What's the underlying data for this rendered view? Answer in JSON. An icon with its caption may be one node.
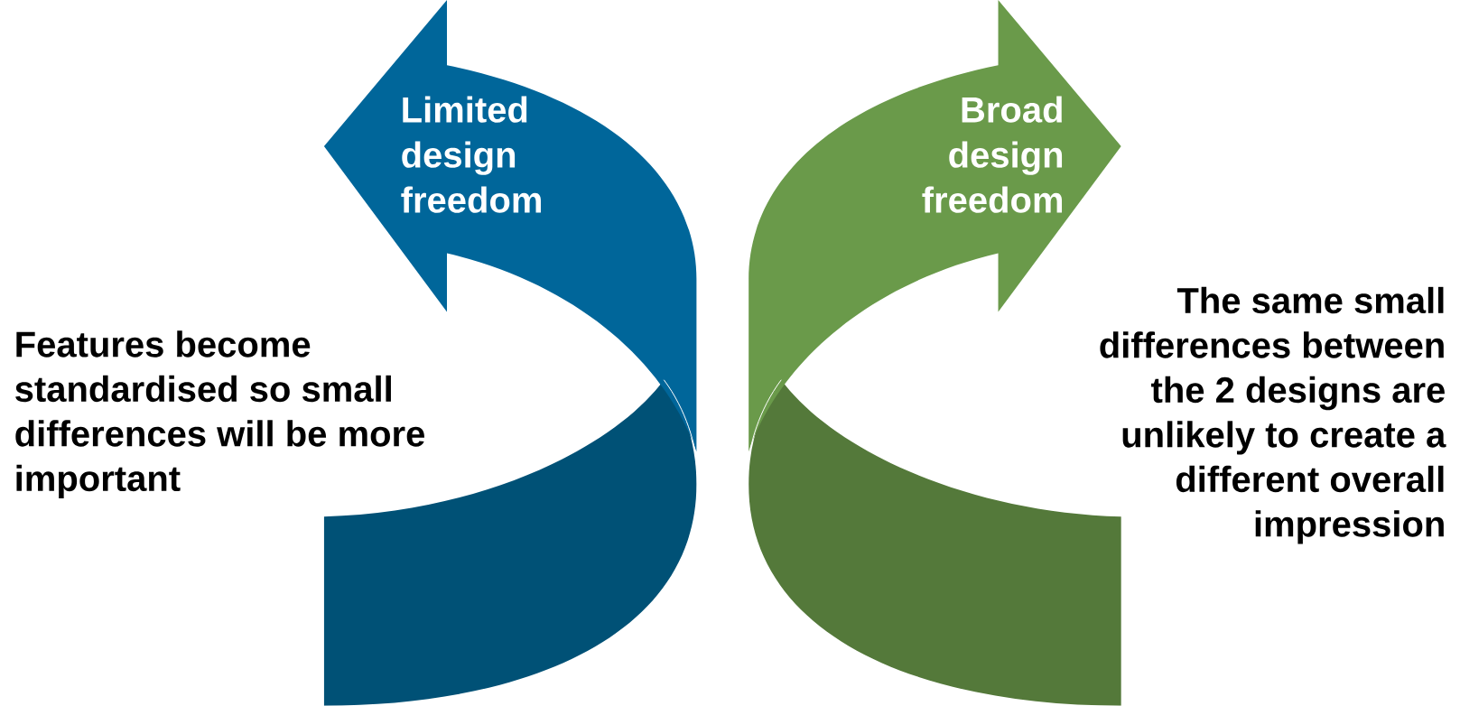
{
  "diagram": {
    "nodes": [
      {
        "text": [
          "Limited design freedom"
        ]
      },
      {
        "text": [
          "Broad design freedom"
        ]
      }
    ],
    "labels": [
      "Features become standardised so small differences will be more important",
      "The same small differences between the 2 designs are unlikely to create a different overall impression"
    ]
  }
}
